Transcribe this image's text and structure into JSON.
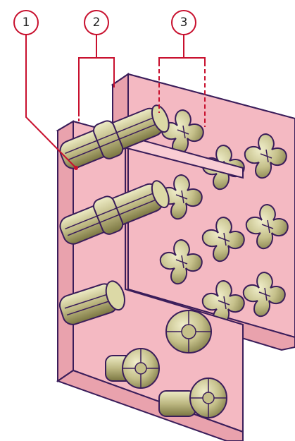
{
  "callouts": [
    {
      "number": "1"
    },
    {
      "number": "2"
    },
    {
      "number": "3"
    }
  ],
  "colors": {
    "panel_fill": "#f4b9c2",
    "panel_edge": "#f9cdd4",
    "panel_side": "#e9a2ad",
    "outline": "#3a1d5a",
    "leader": "#c8102e",
    "part_light": "#e6e4b6",
    "part_dark": "#8e8a55"
  }
}
